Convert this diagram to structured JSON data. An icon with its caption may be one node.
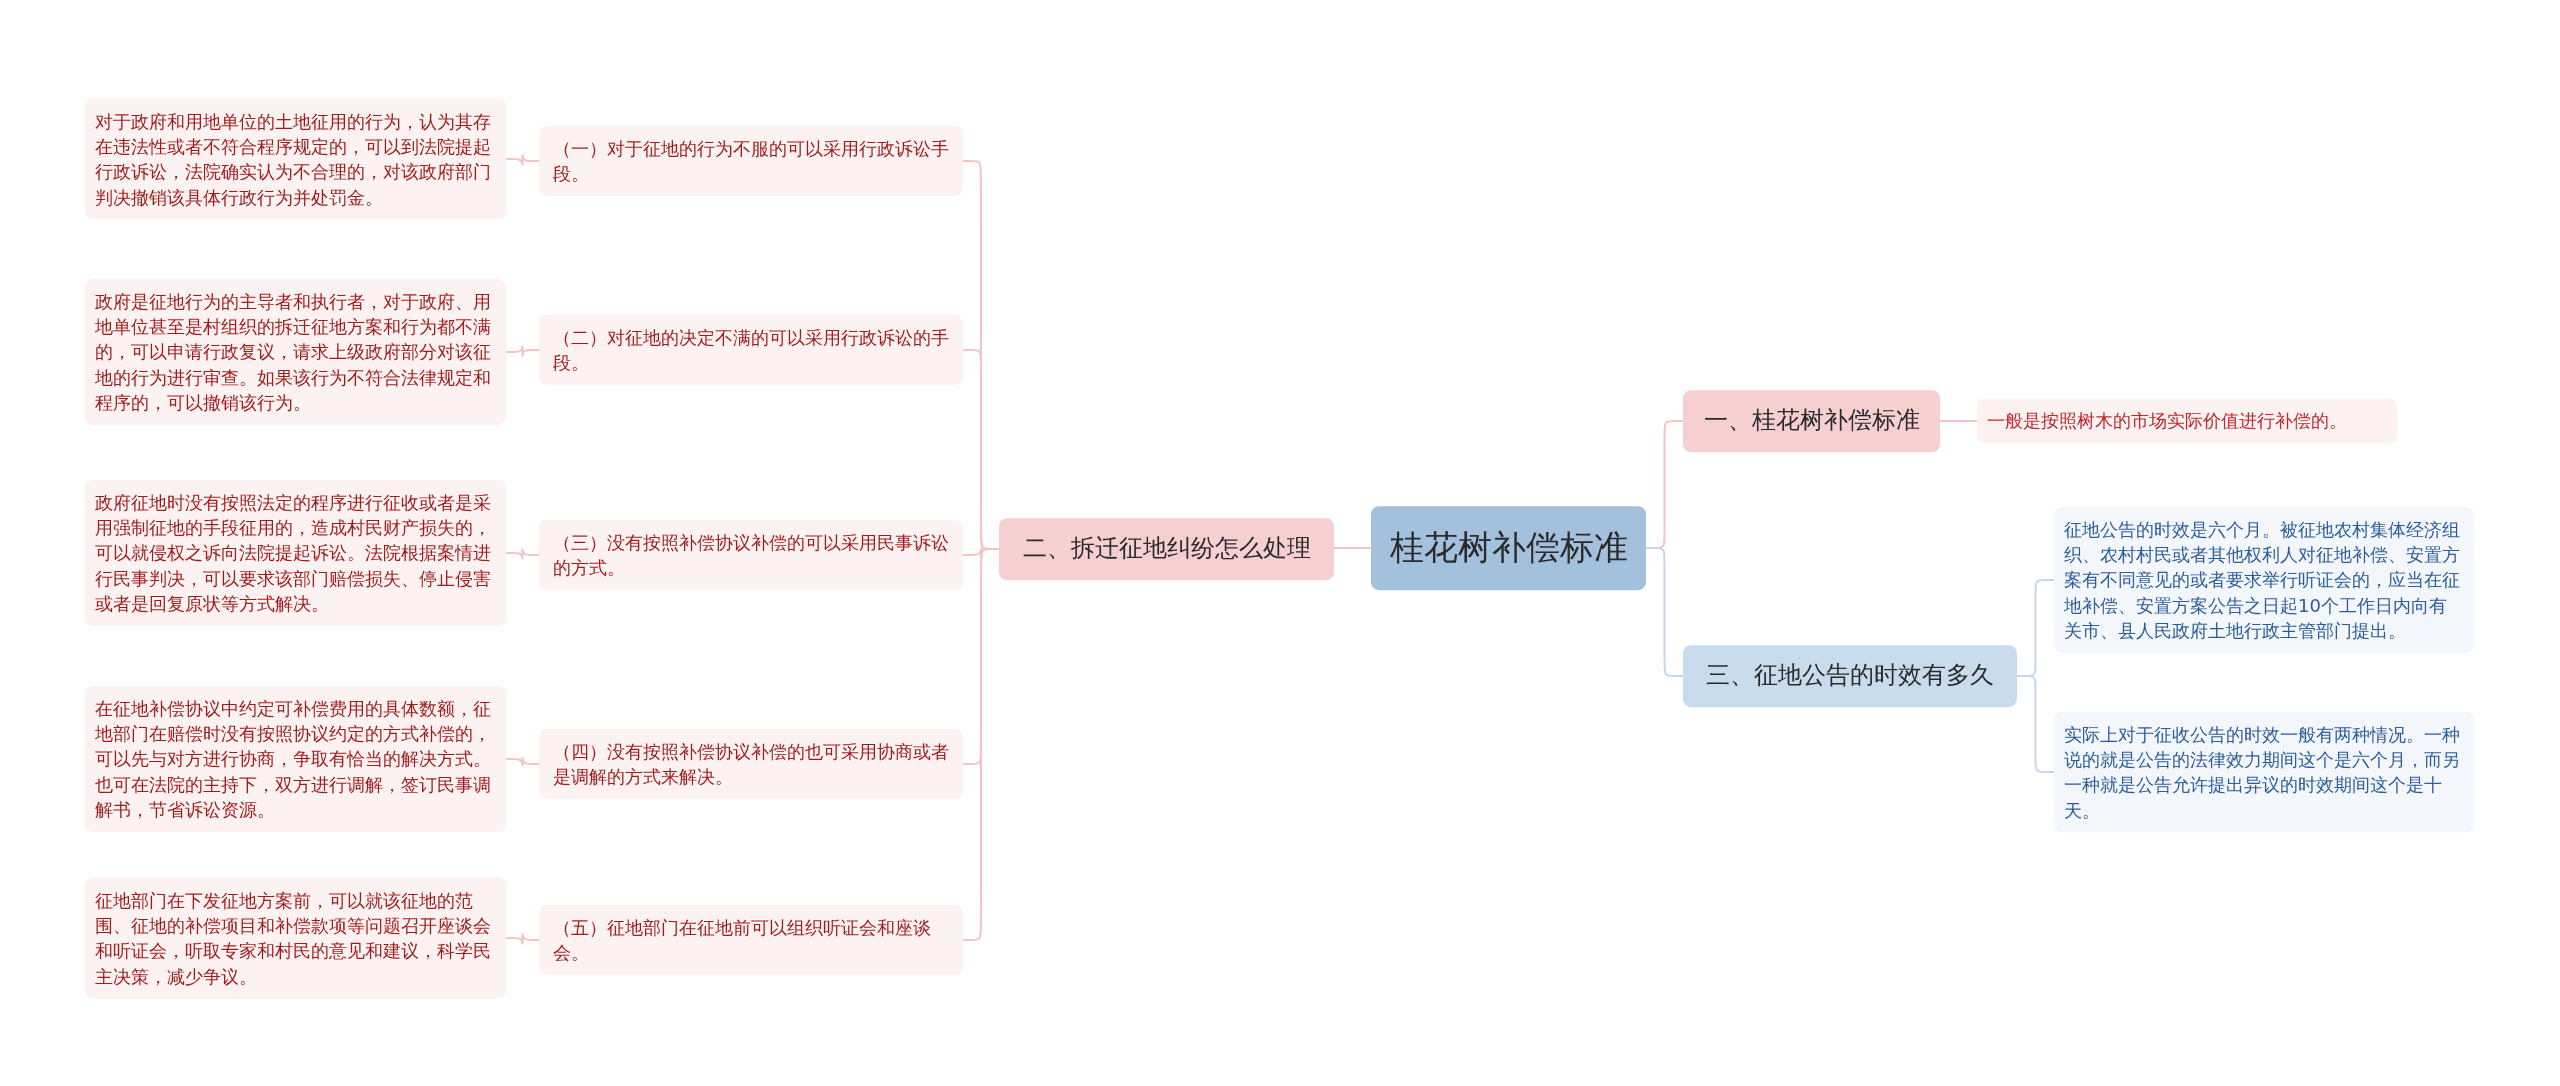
{
  "diagram": {
    "nodes": [
      {
        "text": [
          "桂花树补偿标准"
        ]
      },
      {
        "text": [
          "一、桂花树补偿标准"
        ]
      },
      {
        "text": [
          "一般是按照树木的市场实际价值进行补偿的。"
        ]
      },
      {
        "text": [
          "三、征地公告的时效有多久"
        ]
      },
      {
        "text": [
          "征地公告的时效是六个月。被征地农村集体经济组织、农村村民或者其他权利人对征地补偿、安置方案有不同意见的或者要求举行听证会的，应当在征地补偿、安置方案公告之日起10个工作日内向有关市、县人民政府土地行政主管部门提出。"
        ]
      },
      {
        "text": [
          "实际上对于征收公告的时效一般有两种情况。一种说的就是公告的法律效力期间这个是六个月，而另一种就是公告允许提出异议的时效期间这个是十天。"
        ]
      },
      {
        "text": [
          "二、拆迁征地纠纷怎么处理"
        ]
      },
      {
        "text": [
          "（一）对于征地的行为不服的可以采用行政诉讼手段。"
        ]
      },
      {
        "text": [
          "对于政府和用地单位的土地征用的行为，认为其存在违法性或者不符合程序规定的，可以到法院提起行政诉讼，法院确实认为不合理的，对该政府部门判决撤销该具体行政行为并处罚金。"
        ]
      },
      {
        "text": [
          "（二）对征地的决定不满的可以采用行政诉讼的手段。"
        ]
      },
      {
        "text": [
          "政府是征地行为的主导者和执行者，对于政府、用地单位甚至是村组织的拆迁征地方案和行为都不满的，可以申请行政复议，请求上级政府部分对该征地的行为进行审查。如果该行为不符合法律规定和程序的，可以撤销该行为。"
        ]
      },
      {
        "text": [
          "（三）没有按照补偿协议补偿的可以采用民事诉讼的方式。"
        ]
      },
      {
        "text": [
          "政府征地时没有按照法定的程序进行征收或者是采用强制征地的手段征用的，造成村民财产损失的，可以就侵权之诉向法院提起诉讼。法院根据案情进行民事判决，可以要求该部门赔偿损失、停止侵害或者是回复原状等方式解决。"
        ]
      },
      {
        "text": [
          "（四）没有按照补偿协议补偿的也可采用协商或者是调解的方式来解决。"
        ]
      },
      {
        "text": [
          "在征地补偿协议中约定可补偿费用的具体数额，征地部门在赔偿时没有按照协议约定的方式补偿的，可以先与对方进行协商，争取有恰当的解决方式。也可在法院的主持下，双方进行调解，签订民事调解书，节省诉讼资源。"
        ]
      },
      {
        "text": [
          "（五）征地部门在征地前可以组织听证会和座谈会。"
        ]
      },
      {
        "text": [
          "征地部门在下发征地方案前，可以就该征地的范围、征地的补偿项目和补偿款项等问题召开座谈会和听证会，听取专家和村民的意见和建议，科学民主决策，减少争议。"
        ]
      }
    ],
    "edges": [
      {
        "from": 0,
        "to": 1,
        "arrow": "none"
      },
      {
        "from": 1,
        "to": 2,
        "arrow": "none"
      },
      {
        "from": 0,
        "to": 3,
        "arrow": "none",
        "color": "#c5d7ea"
      },
      {
        "from": 3,
        "to": 4,
        "arrow": "none",
        "color": "#c5d7ea"
      },
      {
        "from": 3,
        "to": 5,
        "arrow": "none",
        "color": "#c5d7ea"
      },
      {
        "from": 0,
        "to": 6,
        "arrow": "none"
      },
      {
        "from": 6,
        "to": 7,
        "arrow": "none"
      },
      {
        "from": 7,
        "to": 8,
        "arrow": "none"
      },
      {
        "from": 6,
        "to": 9,
        "arrow": "none"
      },
      {
        "from": 9,
        "to": 10,
        "arrow": "none"
      },
      {
        "from": 6,
        "to": 11,
        "arrow": "none"
      },
      {
        "from": 11,
        "to": 12,
        "arrow": "none"
      },
      {
        "from": 6,
        "to": 13,
        "arrow": "none"
      },
      {
        "from": 13,
        "to": 14,
        "arrow": "none"
      },
      {
        "from": 6,
        "to": 15,
        "arrow": "none"
      },
      {
        "from": 15,
        "to": 16,
        "arrow": "none"
      }
    ]
  }
}
